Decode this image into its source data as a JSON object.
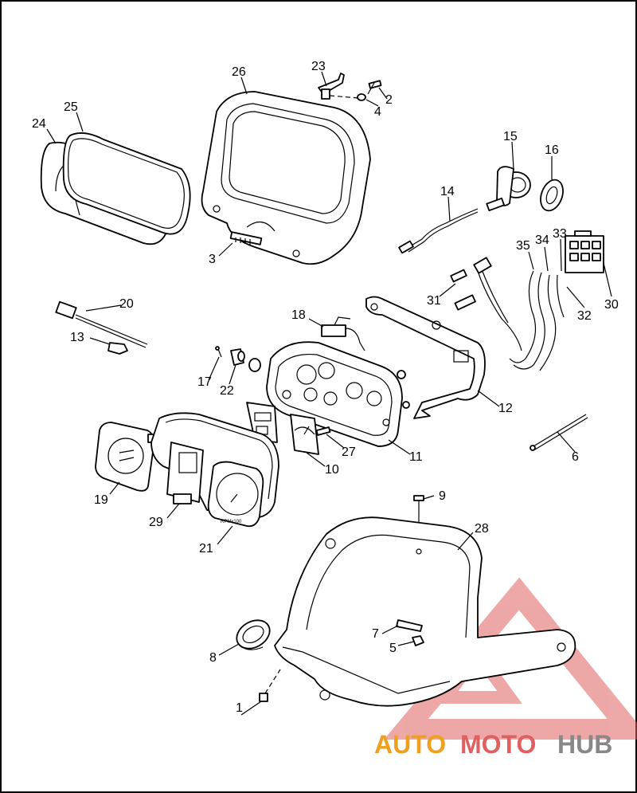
{
  "callouts": [
    {
      "id": "c1",
      "label": "1"
    },
    {
      "id": "c2",
      "label": "2"
    },
    {
      "id": "c3",
      "label": "3"
    },
    {
      "id": "c4",
      "label": "4"
    },
    {
      "id": "c5",
      "label": "5"
    },
    {
      "id": "c6",
      "label": "6"
    },
    {
      "id": "c7",
      "label": "7"
    },
    {
      "id": "c8",
      "label": "8"
    },
    {
      "id": "c9",
      "label": "9"
    },
    {
      "id": "c10",
      "label": "10"
    },
    {
      "id": "c11",
      "label": "11"
    },
    {
      "id": "c12",
      "label": "12"
    },
    {
      "id": "c13",
      "label": "13"
    },
    {
      "id": "c14",
      "label": "14"
    },
    {
      "id": "c15",
      "label": "15"
    },
    {
      "id": "c16",
      "label": "16"
    },
    {
      "id": "c17",
      "label": "17"
    },
    {
      "id": "c18",
      "label": "18"
    },
    {
      "id": "c19",
      "label": "19"
    },
    {
      "id": "c20",
      "label": "20"
    },
    {
      "id": "c21",
      "label": "21"
    },
    {
      "id": "c22",
      "label": "22"
    },
    {
      "id": "c23",
      "label": "23"
    },
    {
      "id": "c24",
      "label": "24"
    },
    {
      "id": "c25",
      "label": "25"
    },
    {
      "id": "c26",
      "label": "26"
    },
    {
      "id": "c27",
      "label": "27"
    },
    {
      "id": "c28",
      "label": "28"
    },
    {
      "id": "c29",
      "label": "29"
    },
    {
      "id": "c30",
      "label": "30"
    },
    {
      "id": "c31",
      "label": "31"
    },
    {
      "id": "c32",
      "label": "32"
    },
    {
      "id": "c33",
      "label": "33"
    },
    {
      "id": "c34",
      "label": "34"
    },
    {
      "id": "c35",
      "label": "35"
    }
  ],
  "gauge_text": {
    "tach_label": "RPMx100"
  },
  "watermark": {
    "part1": "AUTO",
    "part2": "MOTO",
    "part3": "HUB",
    "color_primary": "#f0a020",
    "color_secondary": "#e06060",
    "color_tertiary": "#888888"
  }
}
